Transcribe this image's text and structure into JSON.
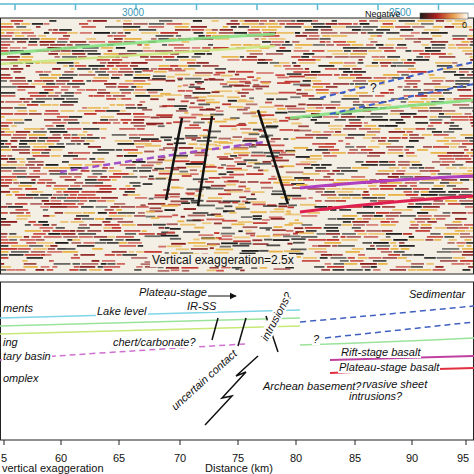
{
  "diagram": {
    "labels": [
      "3000",
      "2500",
      "Negative",
      "0",
      "?",
      "Vertical exaggeration=2.5x",
      "ments",
      "Plateau-stage",
      "Lake level",
      "IR-SS",
      "Sedimentar",
      "chert/carbonate?",
      "intrusions?",
      "?",
      "Rift-stage basalt",
      "Plateau-stage basalt",
      "ing",
      "tary basin",
      "Pervasive sheet intrusions?",
      "omplex",
      "uncertain contact",
      "Archean basement?",
      "5",
      "60",
      "65",
      "70",
      "75",
      "80",
      "85",
      "90",
      "95",
      "vertical exaggeration",
      "Distance (km)"
    ]
  }
}
